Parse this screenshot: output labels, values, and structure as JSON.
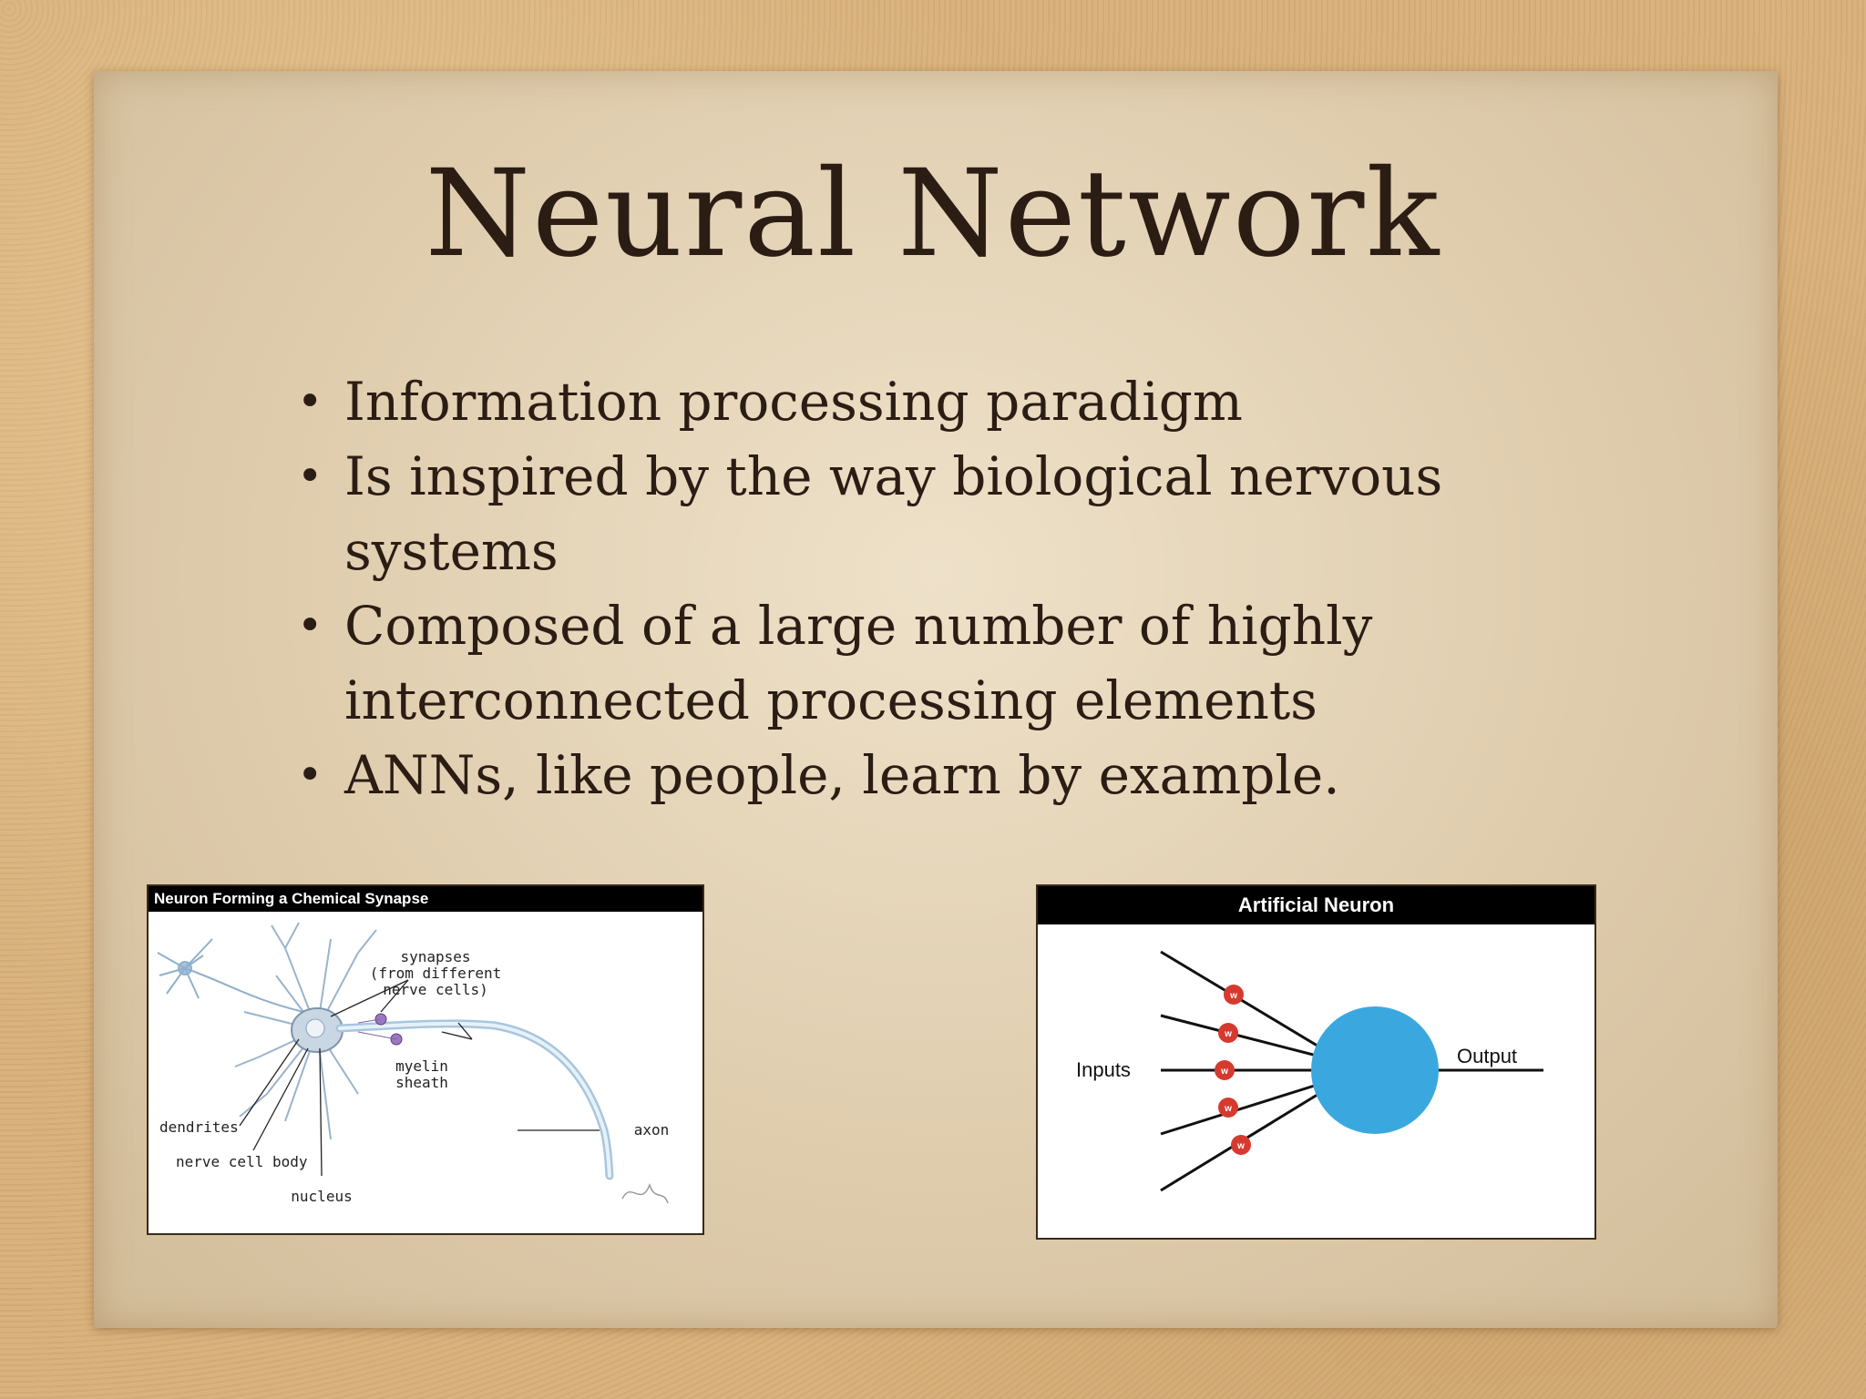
{
  "slide": {
    "title": "Neural Network",
    "bullet_glyph": "•",
    "bullets": [
      {
        "text": "Information processing paradigm"
      },
      {
        "text": "Is inspired by the way biological nervous systems"
      },
      {
        "text": "Composed of a large number of highly interconnected processing elements"
      },
      {
        "text": "ANNs, like people, learn by example."
      }
    ]
  },
  "figure_left": {
    "title": "Neuron Forming a Chemical Synapse",
    "labels": {
      "synapses_line1": "synapses",
      "synapses_line2": "(from different",
      "synapses_line3": "nerve cells)",
      "myelin_line1": "myelin",
      "myelin_line2": "sheath",
      "axon": "axon",
      "dendrites": "dendrites",
      "cell_body": "nerve cell body",
      "nucleus": "nucleus"
    }
  },
  "figure_right": {
    "title": "Artificial Neuron",
    "inputs_label": "Inputs",
    "output_label": "Output",
    "weight_label": "w",
    "neuron_color": "#3aa8df",
    "weight_color": "#d63a2f"
  }
}
